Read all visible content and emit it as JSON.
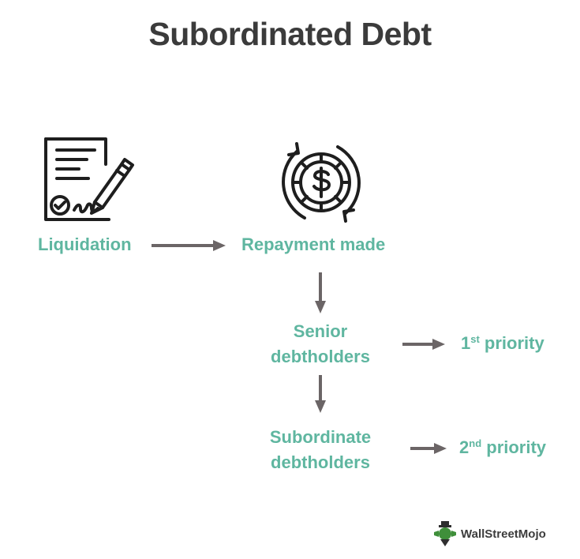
{
  "title": "Subordinated Debt",
  "nodes": {
    "liquidation": "Liquidation",
    "repayment": "Repayment made",
    "senior_line1": "Senior",
    "senior_line2": "debtholders",
    "subordinate_line1": "Subordinate",
    "subordinate_line2": "debtholders",
    "first_num": "1",
    "first_sup": "st",
    "first_word": " priority",
    "second_num": "2",
    "second_sup": "nd",
    "second_word": " priority"
  },
  "icons": {
    "contract": "contract-signature-icon",
    "repayment": "dollar-coin-cycle-icon",
    "logo": "wallstreetmojo-logo-icon"
  },
  "logo_text": "WallStreetMojo",
  "colors": {
    "accent": "#5fb6a0",
    "arrow": "#6b6566",
    "title": "#3b3b3b",
    "icon": "#1e1e1e"
  }
}
